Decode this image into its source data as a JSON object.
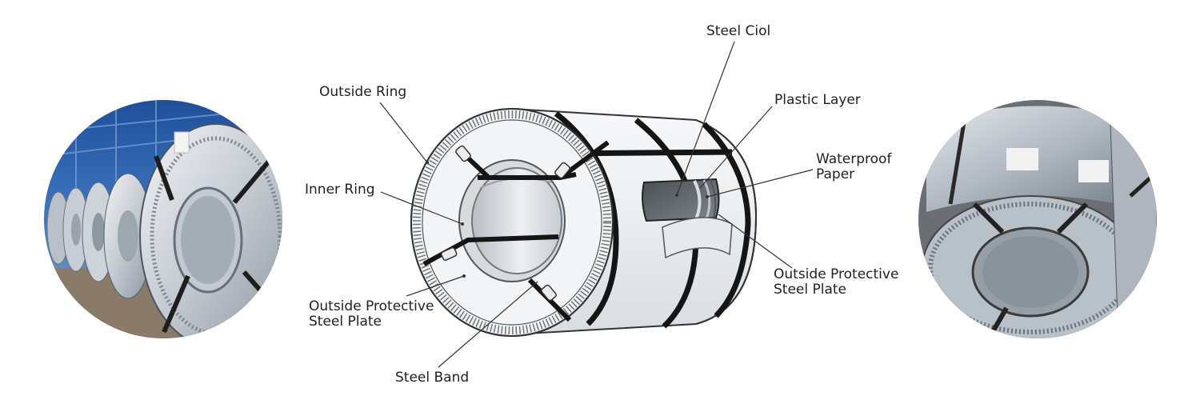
{
  "labels": {
    "steel_coil": "Steel Ciol",
    "plastic_layer": "Plastic Layer",
    "waterproof_paper": [
      "Waterproof",
      "Paper"
    ],
    "outside_ring": "Outside Ring",
    "inner_ring": "Inner Ring",
    "outside_protective_left": [
      "Outside Protective",
      "Steel Plate"
    ],
    "outside_protective_right": [
      "Outside Protective",
      "Steel Plate"
    ],
    "steel_band": "Steel Band"
  },
  "colors": {
    "line": "#333333",
    "band": "#1a1a1a",
    "steel_light": "#eef0f2",
    "steel_mid": "#c9ced4",
    "steel_dark": "#7d858e",
    "factory_blue": "#2e5fa8",
    "floor": "#8a7a68"
  },
  "photos": {
    "left": "photo-coils-in-warehouse",
    "right": "photo-packed-coil"
  }
}
